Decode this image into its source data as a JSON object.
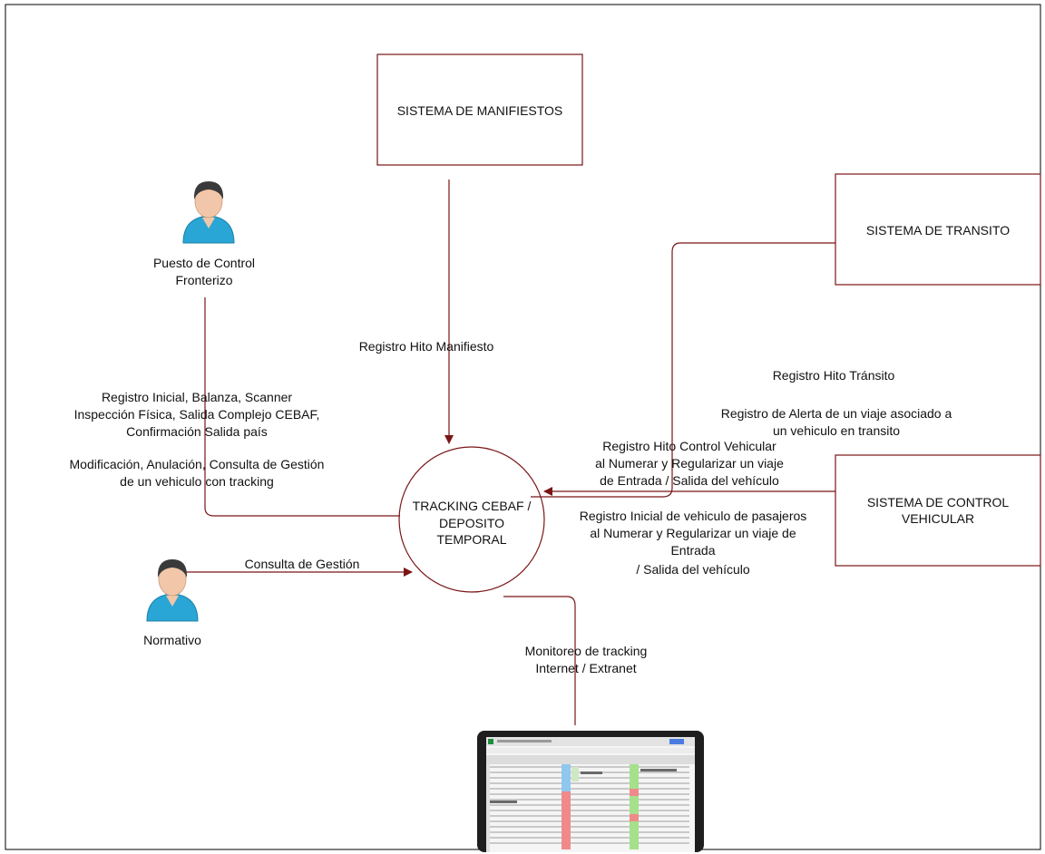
{
  "colors": {
    "border": "#000000",
    "accent": "#7a1515",
    "text": "#111111",
    "person_shirt": "#2aa6d6",
    "person_hair": "#3a3a3a",
    "person_skin": "#f2c6a8"
  },
  "nodes": {
    "manifiestos": {
      "label": "SISTEMA DE MANIFIESTOS"
    },
    "transito": {
      "label": "SISTEMA DE TRANSITO"
    },
    "control_vehicular": {
      "lines": [
        "SISTEMA DE CONTROL",
        "VEHICULAR"
      ]
    },
    "tracking": {
      "lines": [
        "TRACKING CEBAF /",
        "DEPOSITO",
        "TEMPORAL"
      ]
    }
  },
  "actors": {
    "puesto_control": {
      "lines": [
        "Puesto de Control",
        "Fronterizo"
      ],
      "icon": "person-icon"
    },
    "normativo": {
      "label": "Normativo",
      "icon": "person-icon"
    },
    "monitor": {
      "icon": "laptop-icon"
    }
  },
  "flows": {
    "manifiesto": {
      "label": "Registro Hito Manifiesto"
    },
    "puesto_lines": [
      "Registro Inicial, Balanza, Scanner",
      "Inspección Física, Salida Complejo CEBAF,",
      "Confirmación Salida país",
      "Modificación, Anulación, Consulta de Gestión",
      "de un vehiculo con tracking"
    ],
    "consulta": {
      "label": "Consulta de Gestión"
    },
    "transito_lines": [
      "Registro Hito Tránsito",
      "Registro de Alerta de un viaje asociado a",
      "un vehiculo en transito"
    ],
    "control_hito_lines": [
      "Registro Hito Control Vehicular",
      "al Numerar y Regularizar un viaje",
      "de Entrada / Salida del vehículo"
    ],
    "control_inicial_lines": [
      "Registro Inicial de vehiculo de pasajeros",
      "al Numerar y Regularizar un viaje de",
      "Entrada",
      "/ Salida del vehículo"
    ],
    "monitoreo_lines": [
      "Monitoreo de tracking",
      "Internet / Extranet"
    ]
  }
}
